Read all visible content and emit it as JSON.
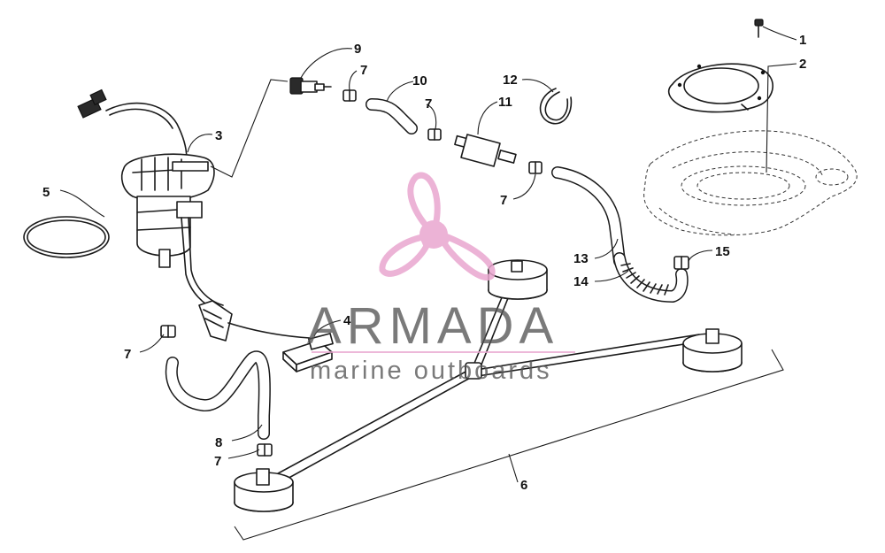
{
  "diagram": {
    "callouts": [
      "1",
      "2",
      "3",
      "4",
      "5",
      "6",
      "7",
      "7",
      "7",
      "7",
      "7",
      "8",
      "9",
      "10",
      "11",
      "12",
      "13",
      "14",
      "15"
    ]
  },
  "watermark": {
    "brand_name": "ARMADA",
    "tagline": "marine outboards",
    "color": "#e9a6cf"
  },
  "colors": {
    "line": "#1a1a1a",
    "text_watermark": "#555555"
  }
}
